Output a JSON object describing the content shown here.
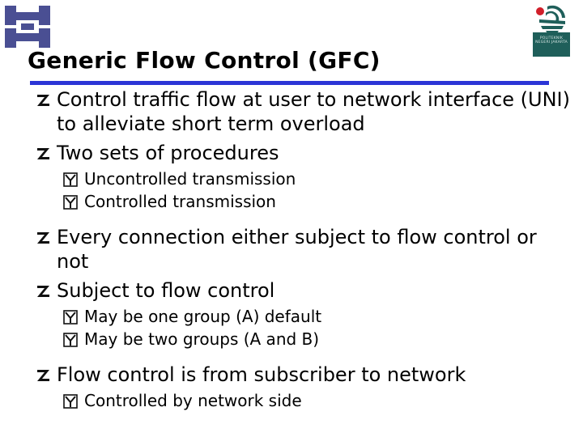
{
  "slide": {
    "title": "Generic Flow Control (GFC)",
    "accent_color": "#2b35d6",
    "bullet_icon_l1": "z-arrow-icon",
    "bullet_icon_l2": "checkbox-y-icon"
  },
  "logos": {
    "right_badge_text": "POLITEKNIK NEGERI JAKARTA"
  },
  "bullets": [
    {
      "text": "Control traffic flow at user to network interface (UNI) to alleviate short term overload"
    },
    {
      "text": "Two sets of procedures",
      "sub": [
        "Uncontrolled transmission",
        "Controlled transmission"
      ]
    },
    {
      "text": "Every connection either subject to flow control or not"
    },
    {
      "text": "Subject to flow control",
      "sub": [
        "May be one group (A) default",
        "May be two groups (A and B)"
      ]
    },
    {
      "text": "Flow control is from subscriber to network",
      "sub": [
        "Controlled by network side"
      ]
    }
  ]
}
